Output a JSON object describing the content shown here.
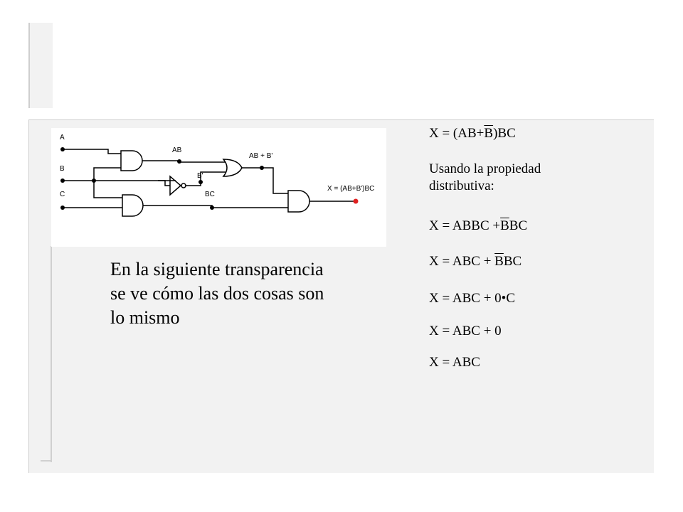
{
  "caption": "En la siguiente transparencia se ve cómo las dos cosas son lo mismo",
  "circuit": {
    "labels": {
      "a": "A",
      "b": "B",
      "c": "C",
      "ab": "AB",
      "b_not": "B'",
      "bc": "BC",
      "ab_or_b": "AB + B'",
      "output": "X = (AB+B')BC"
    },
    "colors": {
      "output_dot": "#e02020"
    }
  },
  "equations": {
    "eq1": {
      "pre": "X = (AB+",
      "bar": "B",
      "post": ")BC"
    },
    "prop": "Usando la propiedad distributiva:",
    "eq2": {
      "pre": "X = ABBC +",
      "bar": "B",
      "post": "BC"
    },
    "eq3": {
      "pre": "X = ABC + ",
      "bar": "B",
      "post": "BC"
    },
    "eq4": "X = ABC + 0•C",
    "eq5": "X = ABC + 0",
    "eq6": "X = ABC"
  }
}
